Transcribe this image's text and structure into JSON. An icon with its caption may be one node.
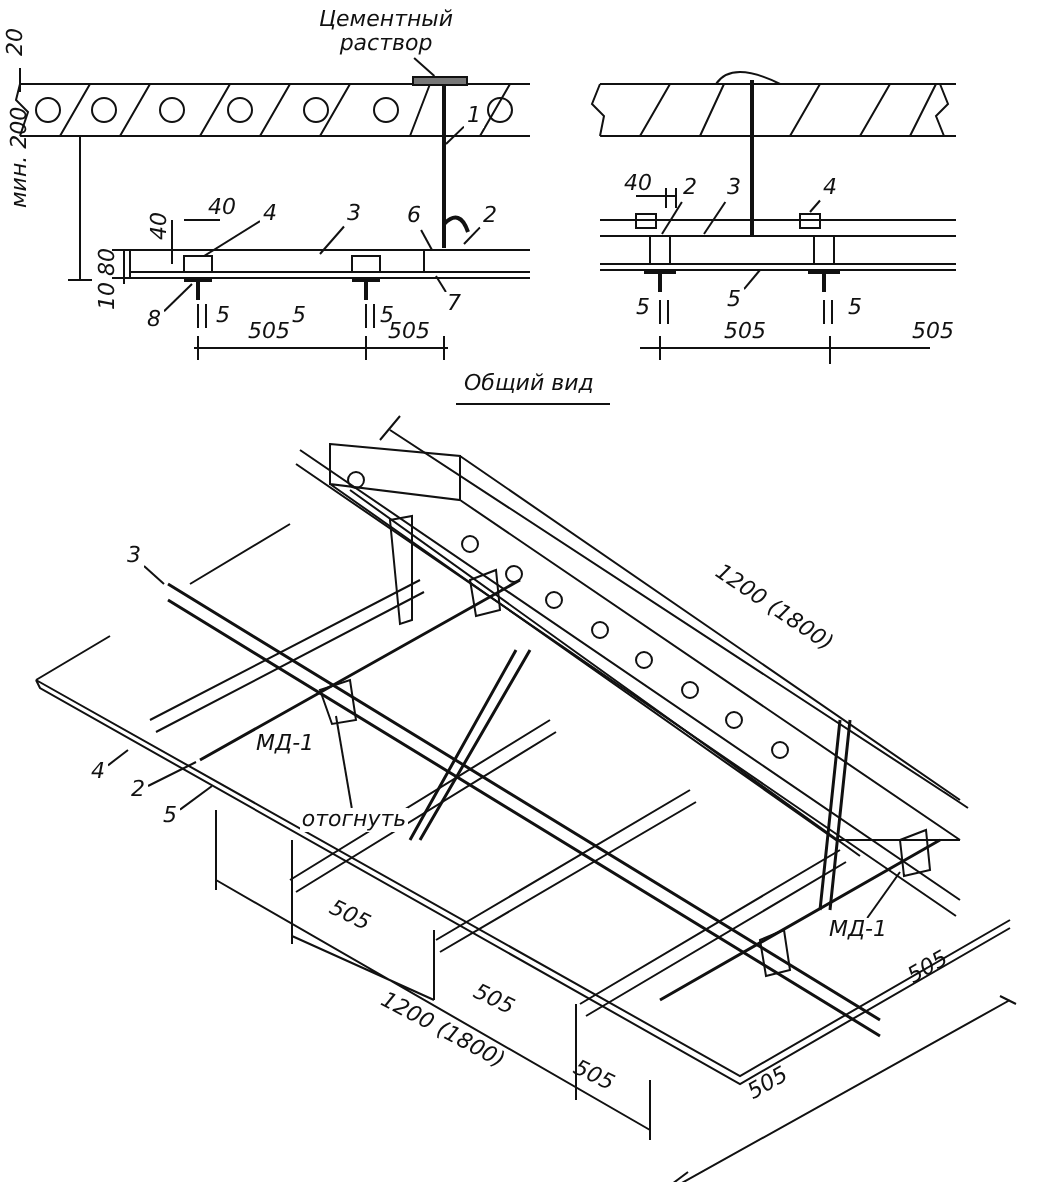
{
  "diagram": {
    "nodes": [
      {
        "text": [
          "Цементный раствор"
        ]
      },
      {
        "text": [
          "1"
        ]
      },
      {
        "text": [
          "2"
        ]
      },
      {
        "text": [
          "3"
        ]
      },
      {
        "text": [
          "4"
        ]
      },
      {
        "text": [
          "6"
        ]
      },
      {
        "text": [
          "7"
        ]
      },
      {
        "text": [
          "8"
        ]
      },
      {
        "text": [
          "2"
        ]
      },
      {
        "text": [
          "3"
        ]
      },
      {
        "text": [
          "4"
        ]
      },
      {
        "text": [
          "5"
        ]
      },
      {
        "text": [
          "3"
        ]
      },
      {
        "text": [
          "4"
        ]
      },
      {
        "text": [
          "2"
        ]
      },
      {
        "text": [
          "5"
        ]
      },
      {
        "text": [
          "отогнуть"
        ]
      },
      {
        "text": [
          "МД-1"
        ]
      },
      {
        "text": [],
        "shape": "bar"
      }
    ],
    "edges": [
      {
        "from": 0,
        "to": 18,
        "arrow": "none"
      },
      {
        "from": 1,
        "to": null,
        "arrow": "none"
      },
      {
        "from": 2,
        "to": null,
        "arrow": "none"
      },
      {
        "from": 3,
        "to": null,
        "arrow": "none"
      },
      {
        "from": 4,
        "to": null,
        "arrow": "none"
      },
      {
        "from": 5,
        "to": null,
        "arrow": "none"
      },
      {
        "from": 6,
        "to": null,
        "arrow": "none"
      },
      {
        "from": 7,
        "to": null,
        "arrow": "none"
      },
      {
        "from": 8,
        "to": null,
        "arrow": "none"
      },
      {
        "from": 9,
        "to": null,
        "arrow": "none"
      },
      {
        "from": 10,
        "to": null,
        "arrow": "none"
      },
      {
        "from": 11,
        "to": null,
        "arrow": "none"
      },
      {
        "from": 12,
        "to": null,
        "arrow": "none"
      },
      {
        "from": 13,
        "to": null,
        "arrow": "none"
      },
      {
        "from": 14,
        "to": null,
        "arrow": "none"
      },
      {
        "from": 15,
        "to": null,
        "arrow": "none"
      },
      {
        "from": 16,
        "to": null,
        "arrow": "none"
      },
      {
        "from": 17,
        "to": null,
        "arrow": "none"
      }
    ],
    "labels": [
      "20",
      "мин. 200",
      "40",
      "40",
      "80",
      "10",
      "5",
      "5",
      "5",
      "505",
      "505",
      "40",
      "5",
      "5",
      "505",
      "505",
      "Общий вид",
      "1200 (1800)",
      "МД-1",
      "505",
      "1200 (1800)",
      "505",
      "505",
      "505",
      "505"
    ]
  }
}
